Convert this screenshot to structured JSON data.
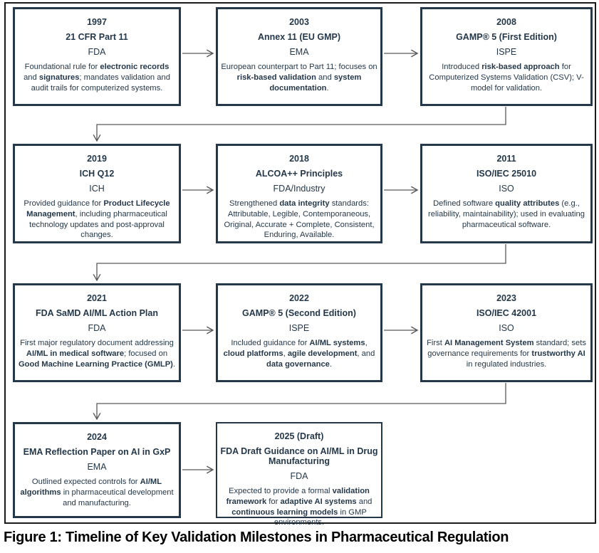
{
  "figure_caption": "Figure 1: Timeline of Key Validation Milestones in Pharmaceutical Regulation",
  "colors": {
    "box-border": "#253849",
    "box-text": "#253849",
    "connector": "#595959",
    "frame": "#1a1a1a",
    "caption": "#000000"
  },
  "milestones": [
    {
      "year": "1997",
      "title": "21 CFR Part 11",
      "org": "FDA",
      "description": [
        {
          "t": "Foundational rule for ",
          "b": false
        },
        {
          "t": "electronic records",
          "b": true
        },
        {
          "t": " and ",
          "b": false
        },
        {
          "t": "signatures",
          "b": true
        },
        {
          "t": "; mandates validation and audit trails for computerized systems.",
          "b": false
        }
      ]
    },
    {
      "year": "2003",
      "title": "Annex 11 (EU GMP)",
      "org": "EMA",
      "description": [
        {
          "t": "European counterpart to Part 11; focuses on ",
          "b": false
        },
        {
          "t": "risk-based validation",
          "b": true
        },
        {
          "t": " and ",
          "b": false
        },
        {
          "t": "system documentation",
          "b": true
        },
        {
          "t": ".",
          "b": false
        }
      ]
    },
    {
      "year": "2008",
      "title": "GAMP® 5 (First Edition)",
      "org": "ISPE",
      "description": [
        {
          "t": "Introduced ",
          "b": false
        },
        {
          "t": "risk-based approach",
          "b": true
        },
        {
          "t": " for Computerized Systems Validation (CSV); V-model for validation.",
          "b": false
        }
      ]
    },
    {
      "year": "2019",
      "title": "ICH Q12",
      "org": "ICH",
      "description": [
        {
          "t": "Provided guidance for ",
          "b": false
        },
        {
          "t": "Product Lifecycle Management",
          "b": true
        },
        {
          "t": ", including pharmaceutical technology updates and post-approval changes.",
          "b": false
        }
      ]
    },
    {
      "year": "2018",
      "title": "ALCOA++ Principles",
      "org": "FDA/Industry",
      "description": [
        {
          "t": "Strengthened ",
          "b": false
        },
        {
          "t": "data integrity",
          "b": true
        },
        {
          "t": " standards: Attributable, Legible, Contemporaneous, Original, Accurate + Complete, Consistent, Enduring, Available.",
          "b": false
        }
      ]
    },
    {
      "year": "2011",
      "title": "ISO/IEC 25010",
      "org": "ISO",
      "description": [
        {
          "t": "Defined software ",
          "b": false
        },
        {
          "t": "quality attributes",
          "b": true
        },
        {
          "t": " (e.g., reliability, maintainability); used in evaluating pharmaceutical software.",
          "b": false
        }
      ]
    },
    {
      "year": "2021",
      "title": "FDA SaMD AI/ML Action Plan",
      "org": "FDA",
      "description": [
        {
          "t": "First major regulatory document addressing ",
          "b": false
        },
        {
          "t": "AI/ML in medical software",
          "b": true
        },
        {
          "t": "; focused on ",
          "b": false
        },
        {
          "t": "Good Machine Learning Practice (GMLP)",
          "b": true
        },
        {
          "t": ".",
          "b": false
        }
      ]
    },
    {
      "year": "2022",
      "title": "GAMP® 5 (Second Edition)",
      "org": "ISPE",
      "description": [
        {
          "t": "Included guidance for ",
          "b": false
        },
        {
          "t": "AI/ML systems",
          "b": true
        },
        {
          "t": ", ",
          "b": false
        },
        {
          "t": "cloud platforms",
          "b": true
        },
        {
          "t": ", ",
          "b": false
        },
        {
          "t": "agile development",
          "b": true
        },
        {
          "t": ", and ",
          "b": false
        },
        {
          "t": "data governance",
          "b": true
        },
        {
          "t": ".",
          "b": false
        }
      ]
    },
    {
      "year": "2023",
      "title": "ISO/IEC 42001",
      "org": "ISO",
      "description": [
        {
          "t": "First ",
          "b": false
        },
        {
          "t": "AI Management System",
          "b": true
        },
        {
          "t": " standard; sets governance requirements for ",
          "b": false
        },
        {
          "t": "trustworthy AI",
          "b": true
        },
        {
          "t": " in regulated industries.",
          "b": false
        }
      ]
    },
    {
      "year": "2024",
      "title": "EMA Reflection Paper on AI in GxP",
      "org": "EMA",
      "description": [
        {
          "t": "Outlined expected controls for ",
          "b": false
        },
        {
          "t": "AI/ML algorithms",
          "b": true
        },
        {
          "t": " in pharmaceutical development and manufacturing.",
          "b": false
        }
      ]
    },
    {
      "year": "2025 (Draft)",
      "title": "FDA Draft Guidance on AI/ML in Drug Manufacturing",
      "org": "FDA",
      "description": [
        {
          "t": "Expected to provide a formal ",
          "b": false
        },
        {
          "t": "validation framework",
          "b": true
        },
        {
          "t": " for ",
          "b": false
        },
        {
          "t": "adaptive AI systems",
          "b": true
        },
        {
          "t": " and ",
          "b": false
        },
        {
          "t": "continuous learning models",
          "b": true
        },
        {
          "t": " in GMP environments.",
          "b": false
        }
      ]
    }
  ]
}
